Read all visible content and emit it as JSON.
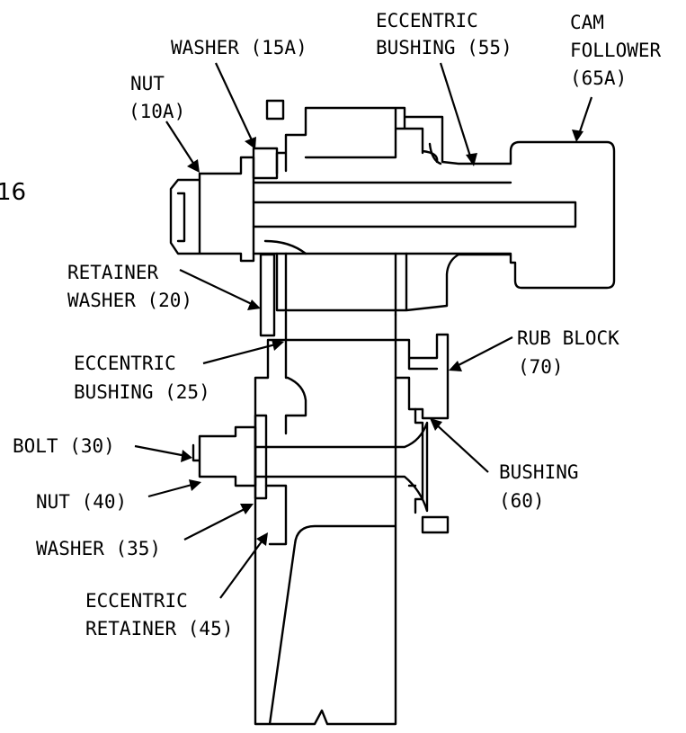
{
  "diagram": {
    "fragment": "16",
    "colors": {
      "ink": "#000000",
      "paper": "#ffffff"
    },
    "labels": {
      "washer_15a": "WASHER (15A)",
      "eccentric_55_line1": "ECCENTRIC",
      "eccentric_55_line2": "BUSHING (55)",
      "cam_line1": "CAM",
      "cam_line2": "FOLLOWER",
      "cam_line3": "(65A)",
      "nut_10a_line1": "NUT",
      "nut_10a_line2": "(10A)",
      "retainer_20_line1": "RETAINER",
      "retainer_20_line2": "WASHER (20)",
      "rub_block_line1": "RUB BLOCK",
      "rub_block_line2": "(70)",
      "eccentric_25_line1": "ECCENTRIC",
      "eccentric_25_line2": "BUSHING (25)",
      "bolt_30": "BOLT (30)",
      "bushing_60_line1": "BUSHING",
      "bushing_60_line2": "(60)",
      "nut_40": "NUT (40)",
      "washer_35": "WASHER (35)",
      "eccentric_45_line1": "ECCENTRIC",
      "eccentric_45_line2": "RETAINER (45)"
    }
  }
}
